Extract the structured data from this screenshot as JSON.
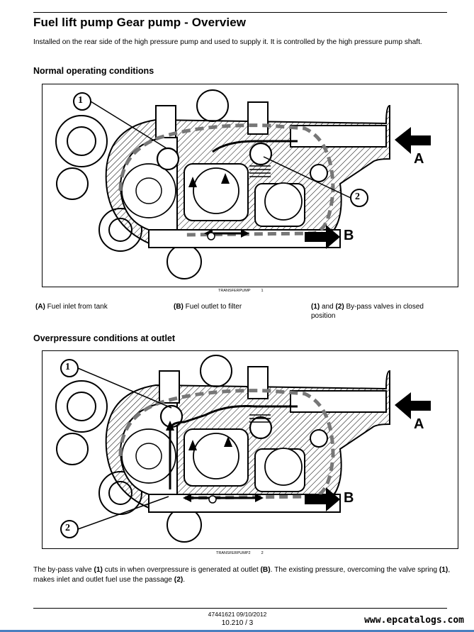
{
  "page": {
    "title": "Fuel lift pump Gear pump - Overview",
    "intro": "Installed on the rear side of the high pressure pump and used to supply it. It is controlled by the high pressure pump shaft."
  },
  "section1": {
    "heading": "Normal operating conditions",
    "figure_caption": "TRANSFERPUMP",
    "figure_number": "1",
    "labels": {
      "callout1": "1",
      "callout2": "2",
      "arrowA": "A",
      "arrowB": "B"
    },
    "captions": [
      {
        "key": "(A)",
        "text": " Fuel inlet from tank"
      },
      {
        "key": "(B)",
        "text": " Fuel outlet to filter"
      },
      {
        "key": "(1)",
        "mid": " and ",
        "key2": "(2)",
        "text": " By-pass valves in closed position"
      }
    ]
  },
  "section2": {
    "heading": "Overpressure conditions at outlet",
    "figure_caption": "TRANSFERPUMP2",
    "figure_number": "2",
    "labels": {
      "callout1": "1",
      "callout2": "2",
      "arrowA": "A",
      "arrowB": "B"
    },
    "paragraph": {
      "p1": "The by-pass valve ",
      "b1": "(1)",
      "p2": " cuts in when overpressure is generated at outlet ",
      "b2": "(B)",
      "p3": ". The existing pressure, overcoming the valve spring ",
      "b3": "(1)",
      "p4": ", makes inlet and outlet fuel use the passage ",
      "b4": "(2)",
      "p5": "."
    }
  },
  "footer": {
    "doc_id": "47441621 09/10/2012",
    "page_number": "10.210 / 3",
    "watermark": "www.epcatalogs.com"
  }
}
